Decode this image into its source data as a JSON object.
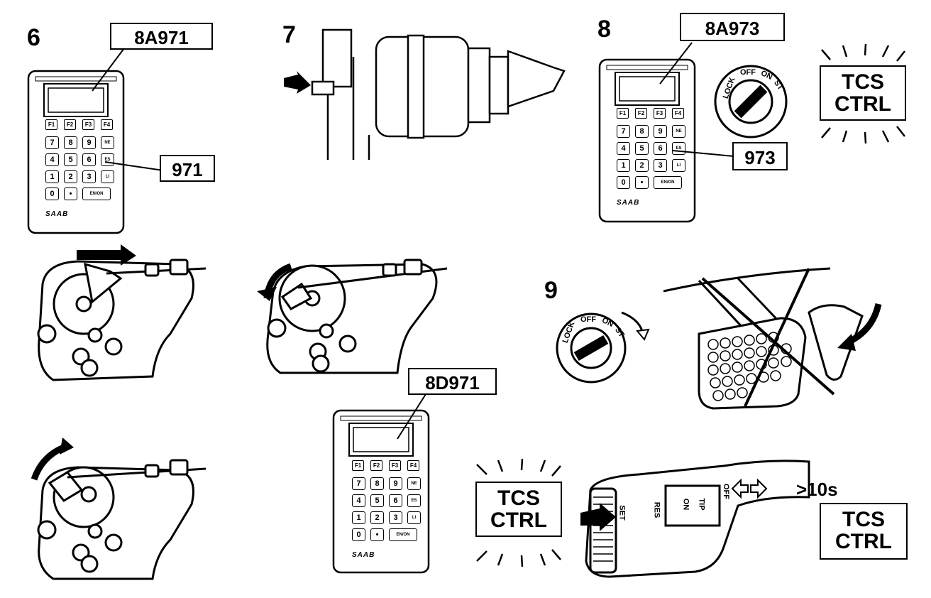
{
  "steps": [
    "6",
    "7",
    "8",
    "9"
  ],
  "callouts": {
    "s6_code": "8A971",
    "s6_key": "971",
    "s8_code": "8A973",
    "s8_key": "973",
    "mid_code": "8D971"
  },
  "tcs": {
    "line1": "TCS",
    "line2": "CTRL"
  },
  "time_label": ">10s",
  "ignition": {
    "lock": "LOCK",
    "off": "OFF",
    "on": "ON",
    "st": "ST"
  },
  "stalk": {
    "set": "SET",
    "res": "RES",
    "on": "ON",
    "tip": "TIP",
    "off": "OFF"
  },
  "tester": {
    "fkeys": [
      "F1",
      "F2",
      "F3",
      "F4"
    ],
    "rows": [
      [
        "7",
        "8",
        "9",
        "NE"
      ],
      [
        "4",
        "5",
        "6",
        "ES"
      ],
      [
        "1",
        "2",
        "3",
        "LI"
      ]
    ],
    "zero": "0",
    "dot": "•",
    "enon": "EN/ON",
    "brand": "SAAB"
  }
}
